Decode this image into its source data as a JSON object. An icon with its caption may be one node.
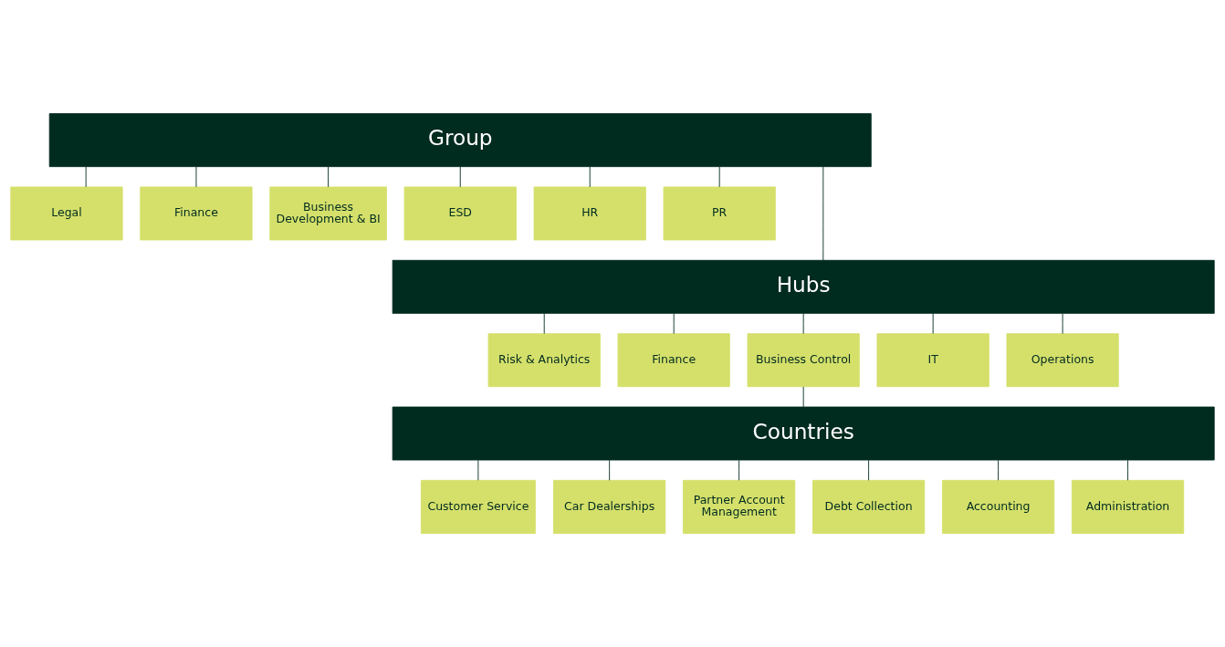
{
  "diagram": {
    "nodes": [
      {
        "text": [
          "Group"
        ]
      },
      {
        "text": [
          "Legal"
        ]
      },
      {
        "text": [
          "Finance"
        ]
      },
      {
        "text": [
          "Business Development & BI"
        ]
      },
      {
        "text": [
          "ESD"
        ]
      },
      {
        "text": [
          "HR"
        ]
      },
      {
        "text": [
          "PR"
        ]
      },
      {
        "text": [
          "Hubs"
        ]
      },
      {
        "text": [
          "Risk & Analytics"
        ]
      },
      {
        "text": [
          "Finance"
        ]
      },
      {
        "text": [
          "Business Control"
        ]
      },
      {
        "text": [
          "IT"
        ]
      },
      {
        "text": [
          "Operations"
        ]
      },
      {
        "text": [
          "Countries"
        ]
      },
      {
        "text": [
          "Customer Service"
        ]
      },
      {
        "text": [
          "Car Dealerships"
        ]
      },
      {
        "text": [
          "Partner Account Management"
        ]
      },
      {
        "text": [
          "Debt Collection"
        ]
      },
      {
        "text": [
          "Accounting"
        ]
      },
      {
        "text": [
          "Administration"
        ]
      }
    ],
    "edges": [
      {
        "from": 0,
        "to": 1,
        "arrow": "none"
      },
      {
        "from": 0,
        "to": 2,
        "arrow": "none"
      },
      {
        "from": 0,
        "to": 3,
        "arrow": "none"
      },
      {
        "from": 0,
        "to": 4,
        "arrow": "none"
      },
      {
        "from": 0,
        "to": 5,
        "arrow": "none"
      },
      {
        "from": 0,
        "to": 6,
        "arrow": "none"
      },
      {
        "from": 0,
        "to": 7,
        "arrow": "none"
      },
      {
        "from": 7,
        "to": 8,
        "arrow": "none"
      },
      {
        "from": 7,
        "to": 9,
        "arrow": "none"
      },
      {
        "from": 7,
        "to": 10,
        "arrow": "none"
      },
      {
        "from": 7,
        "to": 11,
        "arrow": "none"
      },
      {
        "from": 7,
        "to": 12,
        "arrow": "none"
      },
      {
        "from": 10,
        "to": 13,
        "arrow": "none"
      },
      {
        "from": 13,
        "to": 14,
        "arrow": "none"
      },
      {
        "from": 13,
        "to": 15,
        "arrow": "none"
      },
      {
        "from": 13,
        "to": 16,
        "arrow": "none"
      },
      {
        "from": 13,
        "to": 17,
        "arrow": "none"
      },
      {
        "from": 13,
        "to": 18,
        "arrow": "none"
      },
      {
        "from": 13,
        "to": 19,
        "arrow": "none"
      }
    ]
  }
}
